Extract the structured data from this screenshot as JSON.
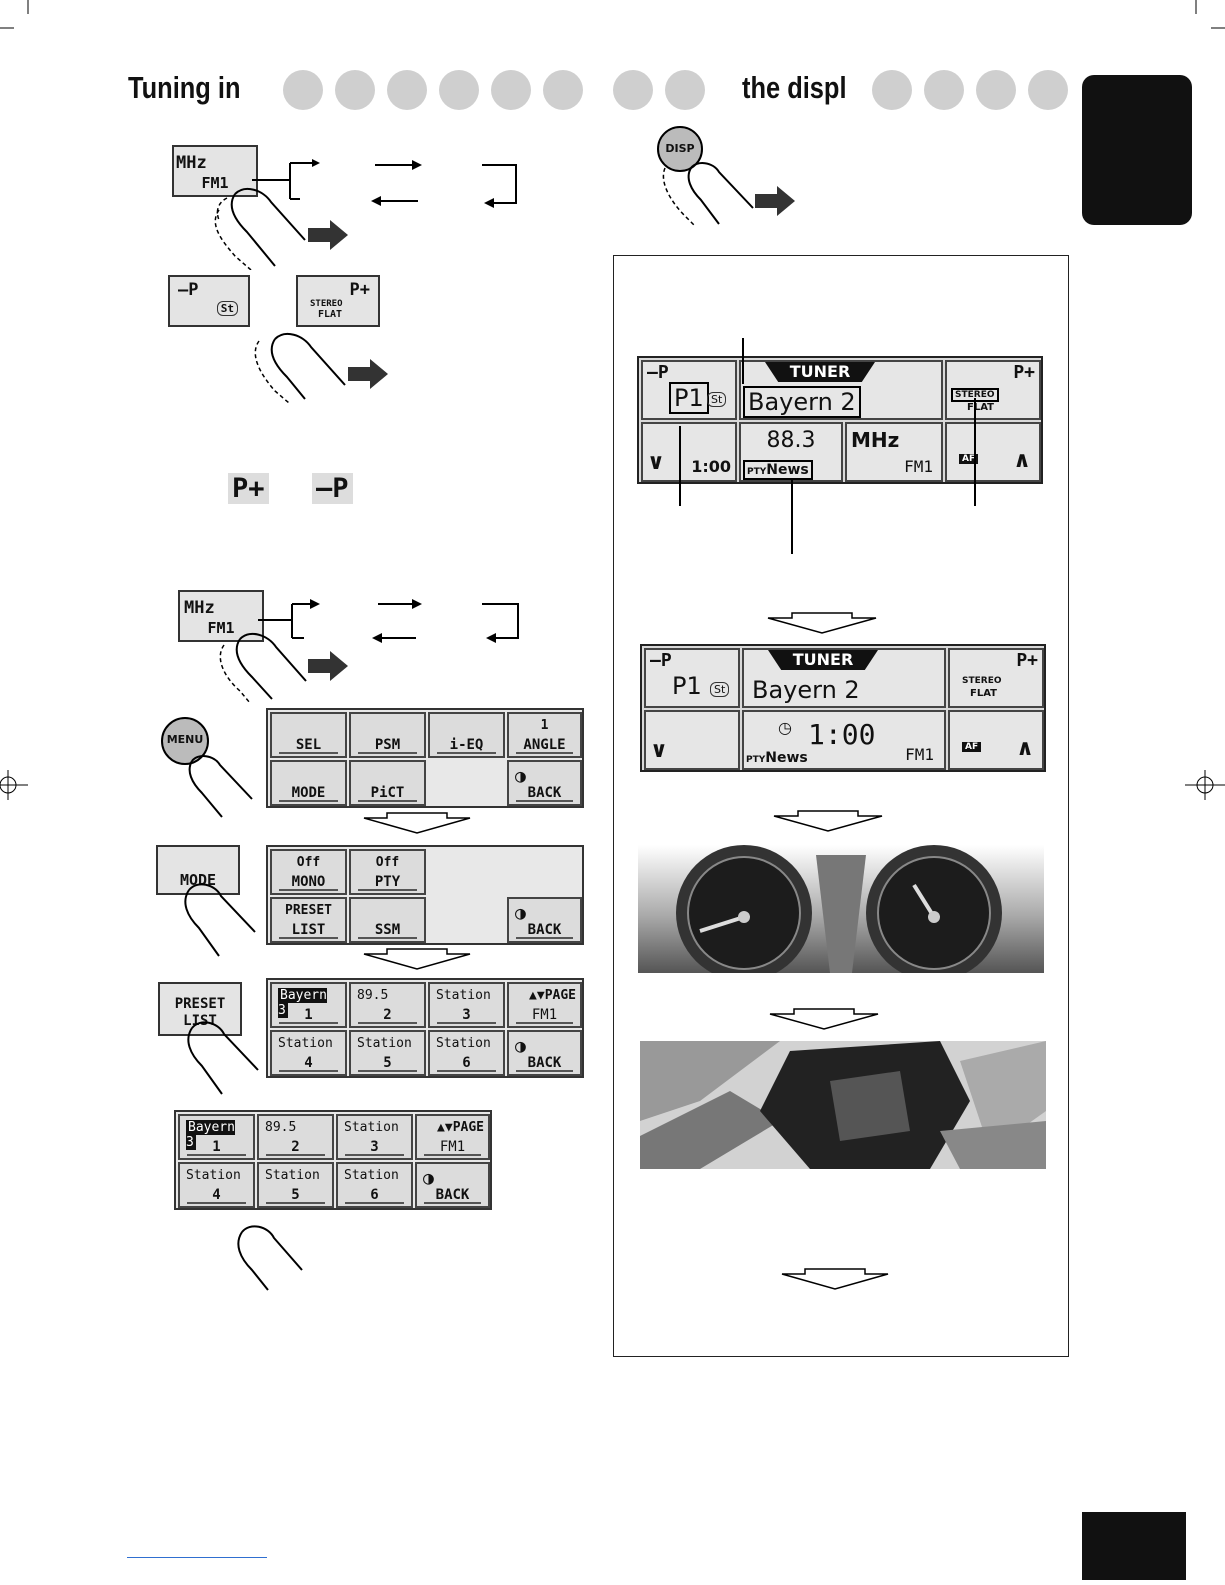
{
  "header": {
    "title_left": "Tuning in",
    "title_right": "the displ"
  },
  "band_button": {
    "unit": "MHz",
    "band": "FM1"
  },
  "preset_buttons": {
    "minus": "–P",
    "minus_badge": "St",
    "plus": "P+",
    "plus_line1": "STEREO",
    "plus_line2": "FLAT"
  },
  "inline_buttons": {
    "plus": "P+",
    "minus": "–P"
  },
  "menu": {
    "button": "MENU",
    "items": [
      {
        "top": "",
        "label": "SEL"
      },
      {
        "top": "",
        "label": "PSM"
      },
      {
        "top": "",
        "label": "i-EQ"
      },
      {
        "top": "1",
        "label": "ANGLE"
      },
      {
        "top": "",
        "label": "MODE"
      },
      {
        "top": "",
        "label": "PiCT"
      },
      {
        "top": "",
        "label": ""
      },
      {
        "top": "",
        "label": "BACK"
      }
    ]
  },
  "mode": {
    "button": "MODE",
    "items": [
      {
        "top": "Off",
        "label": "MONO"
      },
      {
        "top": "Off",
        "label": "PTY"
      },
      {
        "top": "PRESET",
        "label": "LIST"
      },
      {
        "top": "",
        "label": "SSM"
      },
      {
        "top": "",
        "label": "BACK"
      }
    ]
  },
  "preset_list": {
    "button_line1": "PRESET",
    "button_line2": "LIST",
    "items": [
      {
        "top": "Bayern 3",
        "num": "1"
      },
      {
        "top": "89.5",
        "num": "2"
      },
      {
        "top": "Station",
        "num": "3"
      },
      {
        "top": "PAGE",
        "num": "FM1"
      },
      {
        "top": "Station",
        "num": "4"
      },
      {
        "top": "Station",
        "num": "5"
      },
      {
        "top": "Station",
        "num": "6"
      },
      {
        "top": "",
        "num": "BACK"
      }
    ]
  },
  "disp_button": "DISP",
  "tuner_screen1": {
    "title": "TUNER",
    "preset_minus": "–P",
    "preset": "P1",
    "st": "St",
    "station": "Bayern 2",
    "plus": "P+",
    "stereo": "STEREO",
    "flat": "FLAT",
    "clock": "1:00",
    "freq": "88.3",
    "unit": "MHz",
    "pty_tag": "PTY",
    "pty": "News",
    "band": "FM1",
    "af": "AF"
  },
  "tuner_screen2": {
    "title": "TUNER",
    "preset_minus": "–P",
    "preset": "P1",
    "st": "St",
    "station": "Bayern 2",
    "plus": "P+",
    "stereo": "STEREO",
    "flat": "FLAT",
    "clock": "1:00",
    "pty_tag": "PTY",
    "pty": "News",
    "band": "FM1",
    "af": "AF"
  }
}
